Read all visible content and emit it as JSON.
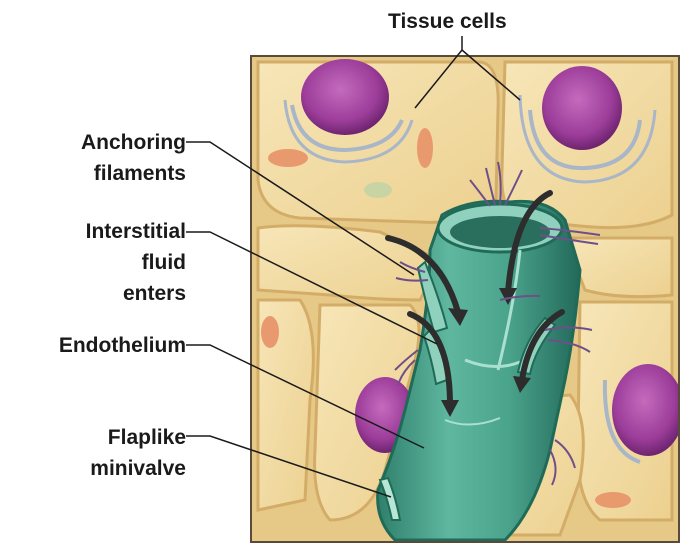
{
  "labels": {
    "tissue_cells": "Tissue cells",
    "anchoring": [
      "Anchoring",
      "filaments"
    ],
    "interstitial": [
      "Interstitial",
      "fluid",
      "enters"
    ],
    "endothelium": "Endothelium",
    "flaplike": [
      "Flaplike",
      "minivalve"
    ]
  },
  "colors": {
    "cell_fill": "#f2dba2",
    "cell_edge": "#d9b873",
    "background_fluid": "#e8cc8c",
    "nucleus": "#9c3d9a",
    "vessel": "#3f9e87",
    "vessel_light": "#8fd1bd",
    "vessel_dark": "#1f6b58",
    "arrow": "#2d2d2d",
    "filament": "#6f4f8a",
    "leader_line": "#1a1a1a"
  }
}
